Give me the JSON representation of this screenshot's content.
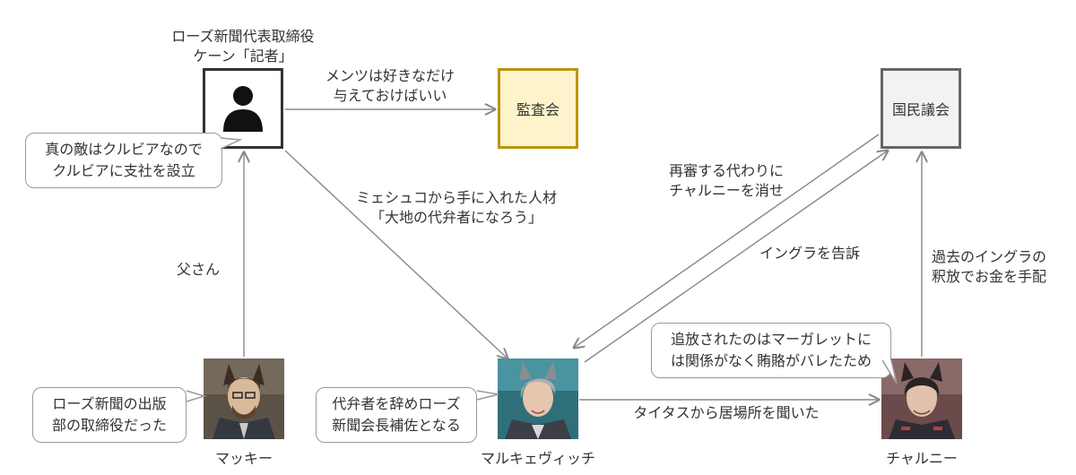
{
  "nodes": {
    "kane": {
      "title_line1": "ローズ新聞代表取締役",
      "title_line2": "ケーン「記者」"
    },
    "audit": {
      "label": "監査会"
    },
    "parliament": {
      "label": "国民議会"
    },
    "mackie": {
      "name": "マッキー"
    },
    "markevich": {
      "name": "マルキェヴィッチ"
    },
    "charnie": {
      "name": "チャルニー"
    }
  },
  "bubbles": {
    "kane": {
      "line1": "真の敵はクルビアなので",
      "line2": "クルビアに支社を設立"
    },
    "mackie": {
      "line1": "ローズ新聞の出版",
      "line2": "部の取締役だった"
    },
    "markevich": {
      "line1": "代弁者を辞めローズ",
      "line2": "新聞会長補佐となる"
    },
    "charnie": {
      "line1": "追放されたのはマーガレットに",
      "line2": "は関係がなく賄賂がバレたため"
    }
  },
  "edges": {
    "kane_audit": {
      "line1": "メンツは好きなだけ",
      "line2": "与えておけばいい"
    },
    "kane_markevich": {
      "line1": "ミェシュコから手に入れた人材",
      "line2": "「大地の代弁者になろう」"
    },
    "mackie_kane": {
      "line1": "父さん"
    },
    "parl_markevich": {
      "line1": "再審する代わりに",
      "line2": "チャルニーを消せ"
    },
    "markevich_parl": {
      "line1": "イングラを告訴"
    },
    "charnie_parl": {
      "line1": "過去のイングラの",
      "line2": "釈放でお金を手配"
    },
    "markevich_charnie": {
      "line1": "タイタスから居場所を聞いた"
    }
  },
  "colors": {
    "audit_fill": "#fff3cc",
    "audit_border": "#b8960c",
    "parliament_fill": "#f2f2f2",
    "edge": "#888888"
  },
  "icons": {
    "kane": "person-icon"
  }
}
